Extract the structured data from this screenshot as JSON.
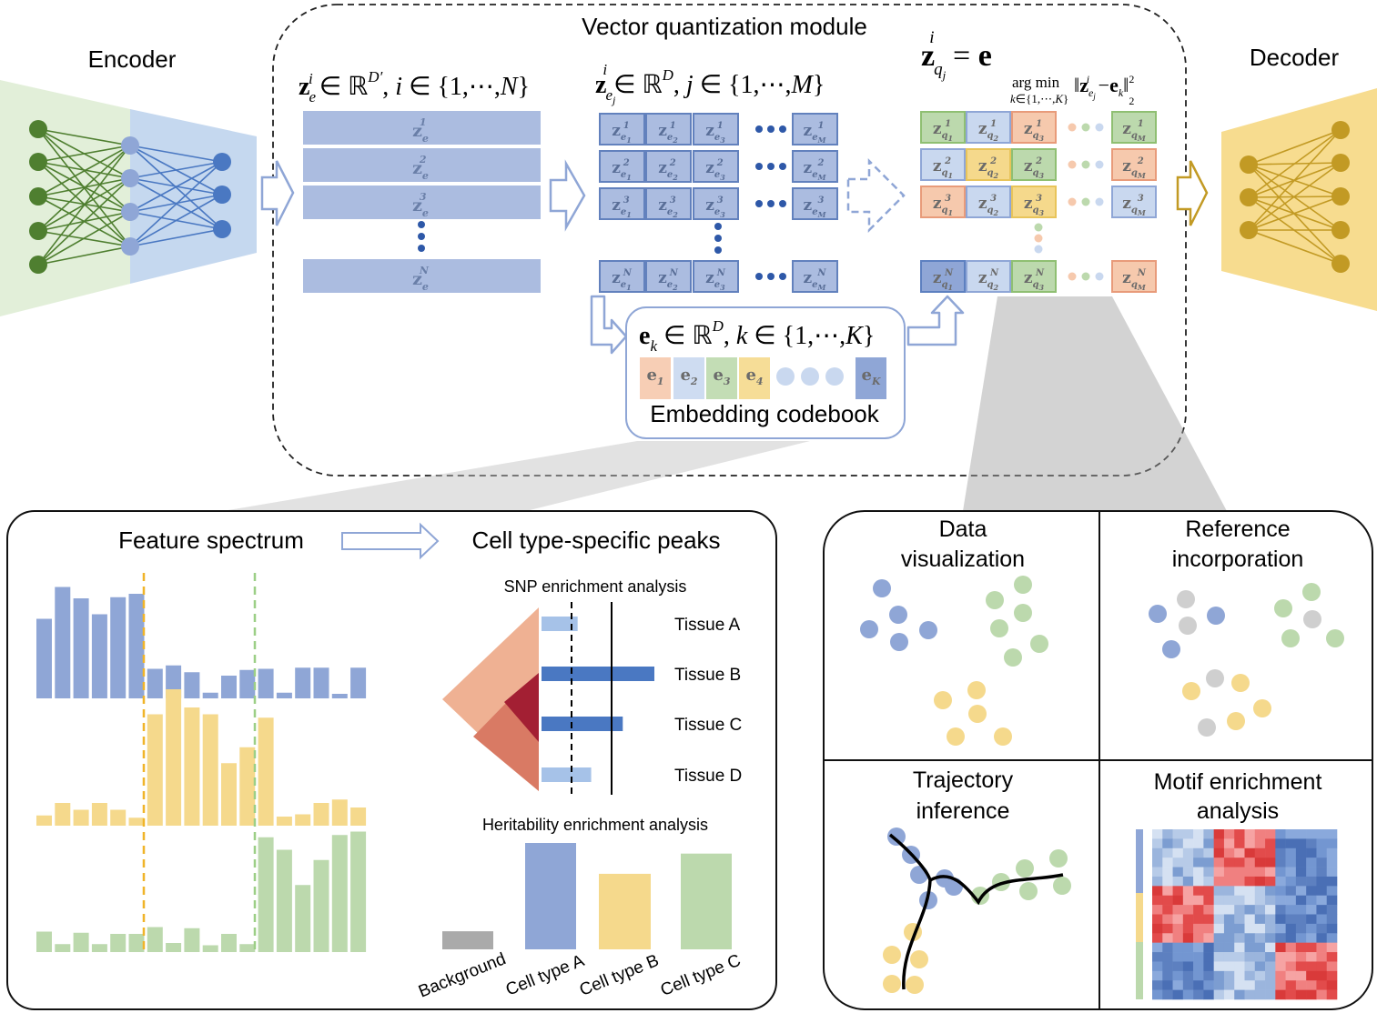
{
  "colors": {
    "blue": "#8fa6d6",
    "blue_dark": "#4a78c2",
    "blue_light": "#c9d8ef",
    "yellow": "#f5d98c",
    "green": "#bcd9ad",
    "green_dark": "#4f7f30",
    "gold": "#c29a24",
    "orange_light": "#f6c9ad",
    "red": "#e24b4b",
    "gray": "#bdbdbd",
    "salmon": "#efb193",
    "salmon_dark": "#d97a64",
    "crimson": "#a31f33"
  },
  "top": {
    "encoder_label": "Encoder",
    "decoder_label": "Decoder",
    "module_title": "Vector quantization module",
    "ze_set": "z_e^i ∈ ℝ^{D'}, i ∈ {1,⋯,N}",
    "zej_set": "z_{e_j}^i ∈ ℝ^D, j ∈ {1,⋯,M}",
    "zq_eq": "z_{q_j}^i = e_{argmin_{k∈{1,⋯,K}} ‖z_{e_j}^i − e_k‖_2^2}",
    "ze_rows": [
      "z_e^1",
      "z_e^2",
      "z_e^3",
      "z_e^N"
    ],
    "zej_columns": [
      "e_1",
      "e_2",
      "e_3",
      "e_M"
    ],
    "zq_columns": [
      "q_1",
      "q_2",
      "q_3",
      "q_M"
    ],
    "row_superscripts": [
      "1",
      "2",
      "3",
      "N"
    ],
    "codebook_set": "e_k ∈ ℝ^D, k ∈ {1,⋯,K}",
    "codebook_entries": [
      "e_1",
      "e_2",
      "e_3",
      "e_4",
      "e_K"
    ],
    "codebook_label": "Embedding codebook"
  },
  "left_panel": {
    "feature_spectrum": "Feature spectrum",
    "cell_type_peaks": "Cell type-specific peaks",
    "snp_title": "SNP enrichment analysis",
    "tissues": [
      "Tissue A",
      "Tissue B",
      "Tissue C",
      "Tissue D"
    ],
    "heritability_title": "Heritability enrichment analysis",
    "heritability_categories": [
      "Background",
      "Cell type A",
      "Cell type B",
      "Cell type C"
    ]
  },
  "right_panel": {
    "data_visualization": "Data\nvisualization",
    "reference_incorporation": "Reference\nincorporation",
    "trajectory_inference": "Trajectory\ninference",
    "motif_enrichment": "Motif enrichment\nanalysis"
  },
  "chart_data": [
    {
      "type": "bar",
      "panel": "feature-spectrum",
      "x": [
        1,
        2,
        3,
        4,
        5,
        6,
        7,
        8,
        9,
        10,
        11,
        12,
        13,
        14,
        15,
        16,
        17,
        18
      ],
      "series": [
        {
          "values": [
            70,
            98,
            88,
            74,
            89,
            92,
            26,
            29,
            23,
            5,
            20,
            25,
            26,
            5,
            27,
            27,
            4,
            27
          ]
        },
        {
          "values": [
            9,
            20,
            14,
            20,
            14,
            7,
            98,
            120,
            104,
            98,
            55,
            69,
            95,
            8,
            10,
            20,
            23,
            16
          ]
        },
        {
          "values": [
            18,
            7,
            17,
            7,
            16,
            16,
            22,
            8,
            21,
            6,
            16,
            7,
            101,
            90,
            59,
            81,
            103,
            106
          ]
        }
      ]
    },
    {
      "type": "bar",
      "orientation": "horizontal",
      "title": "SNP enrichment analysis",
      "categories": [
        "Tissue A",
        "Tissue B",
        "Tissue C",
        "Tissue D"
      ],
      "values": [
        0.16,
        0.5,
        0.36,
        0.22
      ]
    },
    {
      "type": "bar",
      "title": "Heritability enrichment analysis",
      "categories": [
        "Background",
        "Cell type A",
        "Cell type B",
        "Cell type C"
      ],
      "values": [
        0.17,
        1.0,
        0.71,
        0.9
      ]
    },
    {
      "type": "heatmap",
      "panel": "motif-enrichment",
      "blocks": [
        {
          "row_group": 1,
          "col_group": 1,
          "color": "blue_light"
        },
        {
          "row_group": 1,
          "col_group": 2,
          "color": "red"
        },
        {
          "row_group": 1,
          "col_group": 3,
          "color": "blue"
        },
        {
          "row_group": 2,
          "col_group": 1,
          "color": "red"
        },
        {
          "row_group": 2,
          "col_group": 2,
          "color": "blue_light"
        },
        {
          "row_group": 2,
          "col_group": 3,
          "color": "blue"
        },
        {
          "row_group": 3,
          "col_group": 1,
          "color": "blue"
        },
        {
          "row_group": 3,
          "col_group": 2,
          "color": "blue_light"
        },
        {
          "row_group": 3,
          "col_group": 3,
          "color": "red"
        }
      ]
    }
  ]
}
